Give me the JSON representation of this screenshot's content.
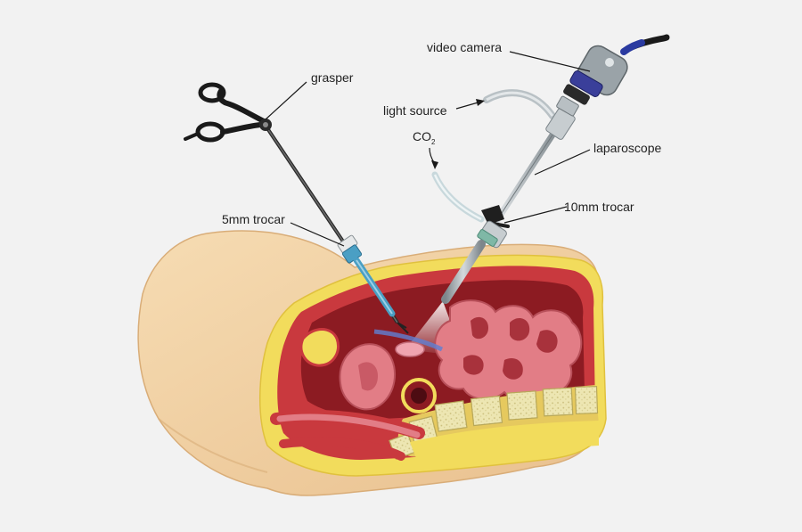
{
  "labels": {
    "video_camera": "video camera",
    "grasper": "grasper",
    "light_source": "light source",
    "co2_main": "CO",
    "co2_sub": "2",
    "laparoscope": "laparoscope",
    "trocar_5mm": "5mm trocar",
    "trocar_10mm": "10mm trocar"
  },
  "colors": {
    "background": "#f2f2f2",
    "skin": "#f3d3a6",
    "fat": "#f2dc5c",
    "muscle": "#c9393e",
    "cavity": "#8c1b22",
    "bowel": "#e27d86",
    "spine_bone": "#ede6b2",
    "instrument_metal": "#9aa3a8",
    "trocar_blue": "#4a9fc4",
    "trocar_green": "#7fb8a6"
  }
}
